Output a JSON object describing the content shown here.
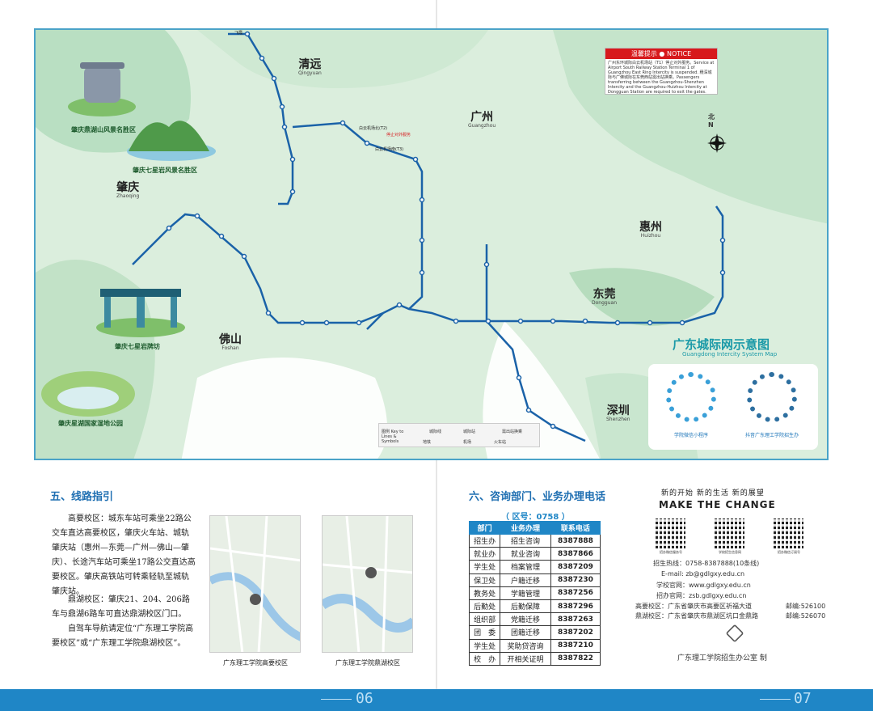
{
  "map": {
    "cities": {
      "qingyuan": {
        "cn": "清远",
        "en": "Qingyuan"
      },
      "guangzhou": {
        "cn": "广州",
        "en": "Guangzhou"
      },
      "zhaoqing": {
        "cn": "肇庆",
        "en": "Zhaoqing"
      },
      "foshan": {
        "cn": "佛山",
        "en": "Foshan"
      },
      "huizhou": {
        "cn": "惠州",
        "en": "Huizhou"
      },
      "dongguan": {
        "cn": "东莞",
        "en": "Dongguan"
      },
      "shenzhen": {
        "cn": "深圳",
        "en": "Shenzhen"
      }
    },
    "scenic": {
      "dinghu": "肇庆鼎湖山风景名胜区",
      "qixingyan": "肇庆七星岩风景名胜区",
      "paifang": "肇庆七星岩牌坊",
      "wetland": "肇庆星湖国家湿地公园"
    },
    "notice": {
      "title": "温馨提示",
      "title_en": "NOTICE",
      "body": "广州东环城际白云机场站（T1）停止对外服务。Service at Airport South Railway Station Terminal 1 of Guangzhou East Ring Intercity is suspended. 穗深城际与广佛城际在东莞西站需出站换乘。Passengers transferring between the Guangzhou-Shenzhen Intercity and the Guangzhou-Huizhou Intercity at Dongguan Station are required to exit the gates."
    },
    "compass": "北",
    "compass_en": "N",
    "title": "广东城际网示意图",
    "subtitle": "Guangdong Intercity System Map",
    "qr_left_label": "学院微信小程序",
    "qr_right_label": "抖音广东理工学院招生办",
    "legend": {
      "key": "图例 Key to Lines & Symbols",
      "intercity": "城际线",
      "station": "城际站",
      "transfer": "需出站换乘",
      "metro": "地铁",
      "airport": "机场",
      "railway": "火车站"
    },
    "stations": {
      "feilai": "飞霞",
      "terminal_t2": "白云机场北(T2)",
      "terminal_t3": "白云机场南(T3)",
      "suspended": "停止对外服务"
    }
  },
  "route": {
    "title": "五、线路指引",
    "p1": "高要校区：城东车站可乘坐22路公交车直达高要校区，肇庆火车站、城轨肇庆站（惠州—东莞—广州—佛山—肇庆）、长途汽车站可乘坐17路公交直达高要校区。肇庆高铁站可转乘轻轨至城轨肇庆站。",
    "p2": "鼎湖校区：肇庆21、204、206路车与鼎湖6路车可直达鼎湖校区门口。",
    "p3": "自驾车导航请定位“广东理工学院高要校区”或“广东理工学院鼎湖校区”。",
    "cap_gaoyao": "广东理工学院高要校区",
    "cap_dinghu": "广东理工学院鼎湖校区"
  },
  "contact": {
    "title": "六、咨询部门、业务办理电话",
    "zone": "（ 区号：0758 ）",
    "headers": [
      "部门",
      "业务办理",
      "联系电话"
    ],
    "rows": [
      [
        "招生办",
        "招生咨询",
        "8387888"
      ],
      [
        "就业办",
        "就业咨询",
        "8387866"
      ],
      [
        "学生处",
        "档案管理",
        "8387209"
      ],
      [
        "保卫处",
        "户籍迁移",
        "8387230"
      ],
      [
        "教务处",
        "学籍管理",
        "8387256"
      ],
      [
        "后勤处",
        "后勤保障",
        "8387296"
      ],
      [
        "组织部",
        "党籍迁移",
        "8387263"
      ],
      [
        "团　委",
        "团籍迁移",
        "8387202"
      ],
      [
        "学生处",
        "奖助贷咨询",
        "8387210"
      ],
      [
        "校　办",
        "开相关证明",
        "8387822"
      ]
    ]
  },
  "brand": {
    "slogan": "新的开始  新的生活  新的展望",
    "make": "MAKE THE CHANGE",
    "qr1": "招办微信服务号",
    "qr2": "学校招生信息网",
    "qr3": "招办微信订阅号",
    "hotline": "招生热线：0758-8387888(10条线)",
    "email": "E-mail: zb@gdlgxy.edu.cn",
    "site": "学校官网：www.gdlgxy.edu.cn",
    "zsite": "招办官网：zsb.gdlgxy.edu.cn",
    "gaoyao": "高要校区：广东省肇庆市高要区祈福大道",
    "gaoyao_zip": "邮编:526100",
    "dinghu": "鼎湖校区：广东省肇庆市鼎湖区坑口金鼎路",
    "dinghu_zip": "邮编:526070",
    "office": "广东理工学院招生办公室  制"
  },
  "pages": {
    "left": "06",
    "right": "07"
  },
  "colors": {
    "blue": "#1f86c6",
    "line": "#1a62a8",
    "title": "#1b9aa8"
  }
}
